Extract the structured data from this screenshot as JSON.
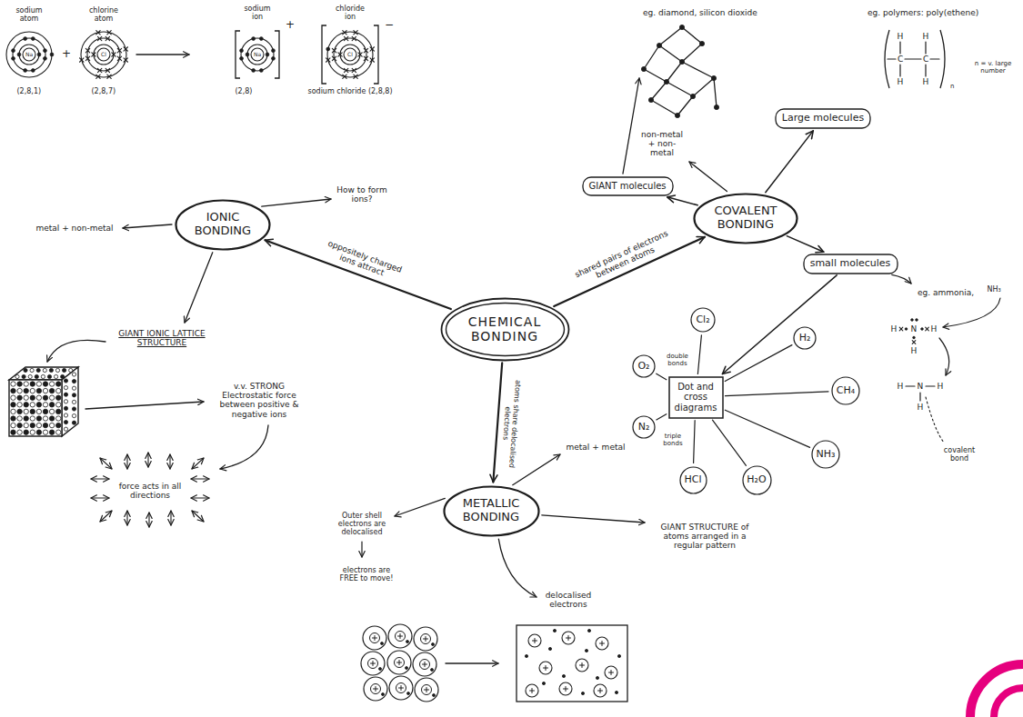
{
  "diagram": {
    "nodes": [
      {
        "text": [
          "IONIC BONDING"
        ]
      },
      {
        "text": [
          "GIANT molecules"
        ]
      },
      {
        "text": [
          "Large molecules"
        ]
      },
      {
        "text": [
          "COVALENT BONDING"
        ]
      },
      {
        "text": [
          "CHEMICAL BONDING"
        ]
      },
      {
        "text": [
          "small molecules"
        ]
      },
      {
        "text": [
          "Cl₂"
        ]
      },
      {
        "text": [
          "H₂"
        ]
      },
      {
        "text": [
          "O₂"
        ]
      },
      {
        "text": [
          "Dot and cross diagrams"
        ]
      },
      {
        "text": [
          "CH₄"
        ]
      },
      {
        "text": [
          "N₂"
        ]
      },
      {
        "text": [
          "NH₃"
        ]
      },
      {
        "text": [
          "HCl"
        ]
      },
      {
        "text": [
          "H₂O"
        ]
      },
      {
        "text": [
          "METALLIC BONDING"
        ]
      }
    ],
    "edges": [
      {
        "from": 4,
        "to": 0,
        "arrow": "to",
        "label": "oppositely charged ions attract"
      },
      {
        "from": 4,
        "to": 3,
        "arrow": "to",
        "label": "shared pairs of electrons between atoms"
      },
      {
        "from": 4,
        "to": 15,
        "arrow": "to",
        "label": "atoms share delocalised electrons"
      },
      {
        "from": 3,
        "to": 1,
        "arrow": "to"
      },
      {
        "from": 3,
        "to": 2,
        "arrow": "to"
      },
      {
        "from": 3,
        "to": 5,
        "arrow": "to"
      },
      {
        "from": 5,
        "to": 9,
        "arrow": "to"
      },
      {
        "from": 9,
        "to": 6,
        "arrow": "none"
      },
      {
        "from": 9,
        "to": 7,
        "arrow": "none"
      },
      {
        "from": 9,
        "to": 8,
        "arrow": "none"
      },
      {
        "from": 9,
        "to": 10,
        "arrow": "none"
      },
      {
        "from": 9,
        "to": 11,
        "arrow": "none"
      },
      {
        "from": 9,
        "to": 12,
        "arrow": "none"
      },
      {
        "from": 9,
        "to": 13,
        "arrow": "none"
      },
      {
        "from": 9,
        "to": 14,
        "arrow": "none"
      }
    ],
    "labels": [
      "sodium atom",
      "chlorine atom",
      "Na",
      "Cl",
      "+",
      "(2,8,1)",
      "(2,8,7)",
      "sodium ion",
      "chloride ion",
      "Na",
      "Cl",
      "+",
      "−",
      "(2,8)",
      "sodium chloride (2,8,8)",
      "metal + non-metal",
      "How to form ions?",
      "GIANT IONIC LATTICE STRUCTURE",
      "v.v. STRONG Electrostatic force between positive & negative ions",
      "force acts in all directions",
      "eg. diamond, silicon dioxide",
      "eg. polymers: poly(ethene)",
      "H",
      "H",
      "C",
      "C",
      "H",
      "H",
      "n",
      "n = v. large number",
      "non-metal + non-metal",
      "double bonds",
      "triple bonds",
      "eg. ammonia,",
      "NH₃",
      "H",
      "N",
      "H",
      "H",
      "H",
      "N",
      "H",
      "H",
      "covalent bond",
      "metal + metal",
      "Outer shell electrons are delocalised",
      "electrons are FREE to move!",
      "GIANT STRUCTURE of atoms arranged in a regular pattern",
      "delocalised electrons"
    ]
  }
}
